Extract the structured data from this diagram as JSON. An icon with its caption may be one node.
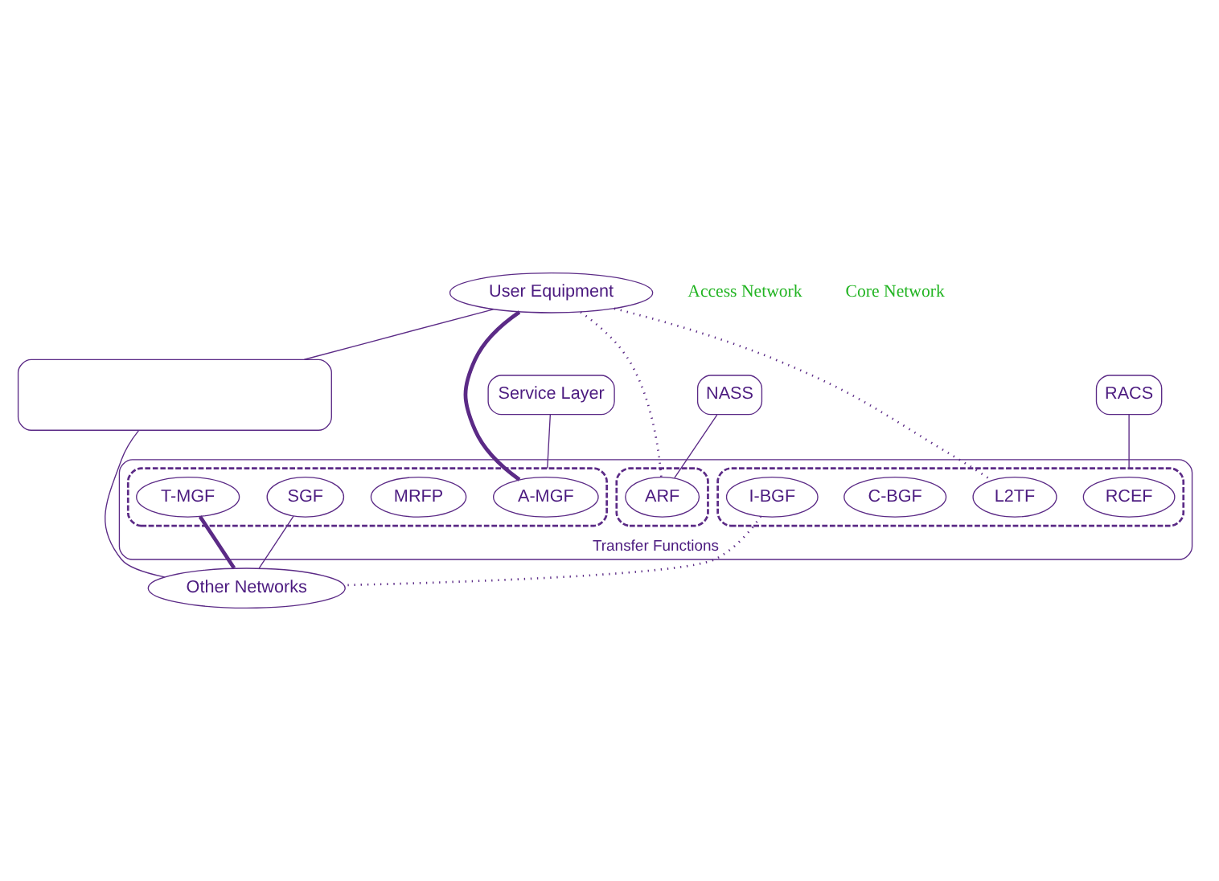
{
  "diagram": {
    "nodes": [
      {
        "text": [
          "User Equipment"
        ]
      },
      {
        "text": [],
        "shape": "box"
      },
      {
        "text": [
          "Service Layer"
        ]
      },
      {
        "text": [
          "Other Networks"
        ]
      },
      {
        "text": [
          "NASS"
        ]
      },
      {
        "text": [
          "RACS"
        ]
      },
      {
        "text": [
          "Transfer Functions"
        ]
      },
      {
        "text": [],
        "shape": "box",
        "in": 6
      },
      {
        "text": [
          "A-MGF"
        ],
        "in": 7
      },
      {
        "text": [
          "MRFP"
        ],
        "in": 7
      },
      {
        "text": [
          "SGF"
        ],
        "in": 7
      },
      {
        "text": [
          "T-MGF"
        ],
        "in": 7
      },
      {
        "text": [],
        "shape": "box",
        "in": 6
      },
      {
        "text": [
          "ARF"
        ],
        "in": 12
      },
      {
        "text": [],
        "shape": "box",
        "in": 6
      },
      {
        "text": [
          "RCEF"
        ],
        "in": 14
      },
      {
        "text": [
          "L2TF"
        ],
        "in": 14
      },
      {
        "text": [
          "C-BGF"
        ],
        "in": 14
      },
      {
        "text": [
          "I-BGF"
        ],
        "in": 14
      }
    ],
    "edges": [
      {
        "from": 0,
        "to": 1,
        "arrow": "none"
      },
      {
        "from": 1,
        "to": 3,
        "arrow": "none"
      },
      {
        "from": 2,
        "to": 7,
        "arrow": "none"
      },
      {
        "from": 4,
        "to": 13,
        "arrow": "none"
      },
      {
        "from": 5,
        "to": 14,
        "arrow": "none"
      },
      {
        "from": 0,
        "to": 8,
        "arrow": "none",
        "style": "thick"
      },
      {
        "from": 0,
        "to": 13,
        "arrow": "none",
        "style": "dashed"
      },
      {
        "from": 0,
        "to": 16,
        "arrow": "none",
        "style": "dashed"
      },
      {
        "from": 10,
        "to": 3,
        "arrow": "none"
      },
      {
        "from": 11,
        "to": 3,
        "arrow": "none",
        "style": "thick"
      },
      {
        "from": 18,
        "to": 3,
        "arrow": "none",
        "style": "dashed"
      }
    ],
    "labels": [
      "Access Network",
      "Core Network"
    ]
  }
}
